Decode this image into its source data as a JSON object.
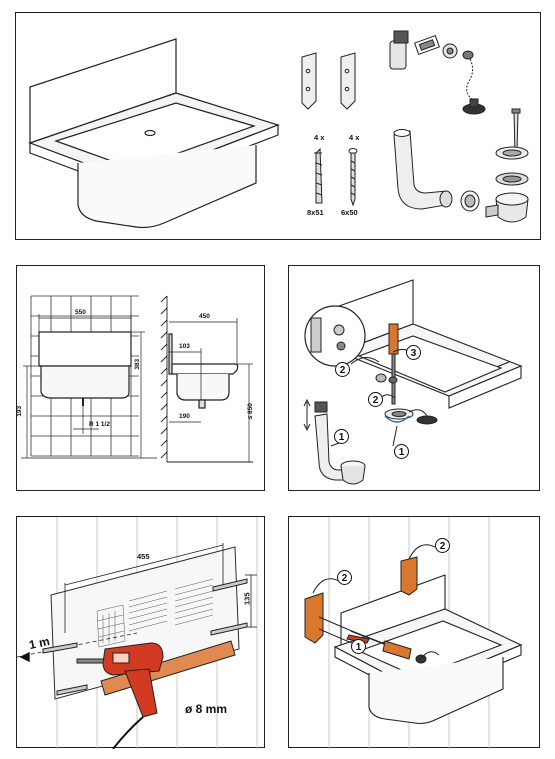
{
  "panel_top": {
    "qty_screws": "4 x",
    "qty_plugs": "4 x",
    "size_plug": "8x51",
    "size_screw": "6x50"
  },
  "panel_dims": {
    "width_sink": "550",
    "height_a": "193",
    "height_b": "383",
    "drain_thread": "R 1 1/2",
    "depth": "450",
    "drain_offset": "103",
    "waste_offset": "190",
    "height_max": "≤ 850"
  },
  "panel_fit": {
    "step_1a": "1",
    "step_1b": "1",
    "step_2a": "2",
    "step_2b": "2",
    "step_3": "3"
  },
  "panel_drill": {
    "bracket_span": "455",
    "bracket_height": "135",
    "floor_height": "1 m",
    "drill_size": "ø 8 mm"
  },
  "panel_mount": {
    "step_1": "1",
    "step_2a": "2",
    "step_2b": "2"
  },
  "colors": {
    "line": "#222222",
    "accent_orange": "#d9772f",
    "drill_red": "#d23b22",
    "wood": "#e08a52",
    "shade": "#dcdcdc"
  }
}
